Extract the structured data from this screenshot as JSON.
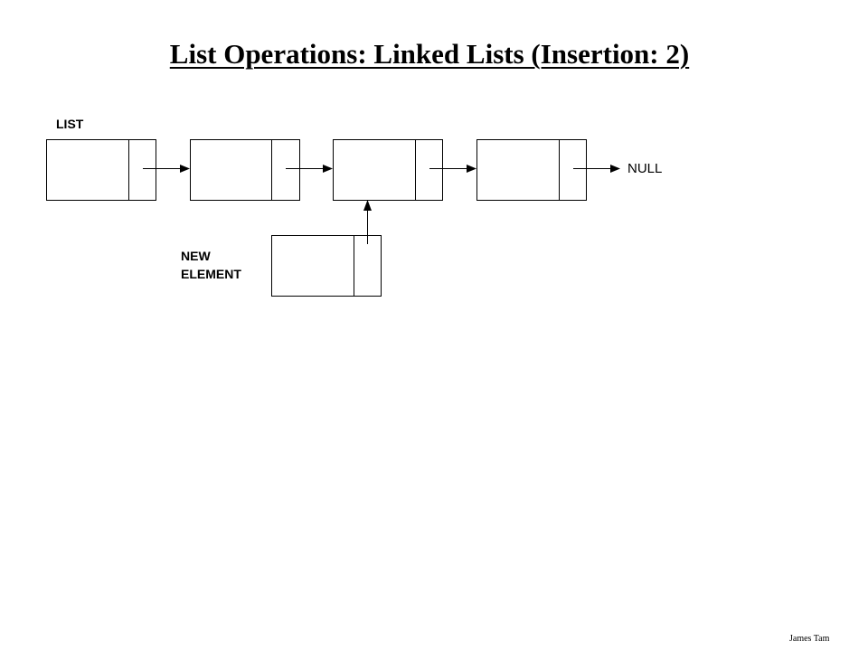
{
  "slide": {
    "title": "List Operations: Linked Lists (Insertion: 2)",
    "author": "James Tam"
  },
  "diagram": {
    "list_label": "LIST",
    "null_label": "NULL",
    "new_element_label": [
      "NEW",
      "ELEMENT"
    ],
    "list_node_count": 4,
    "new_node_points_to_node": 3
  }
}
